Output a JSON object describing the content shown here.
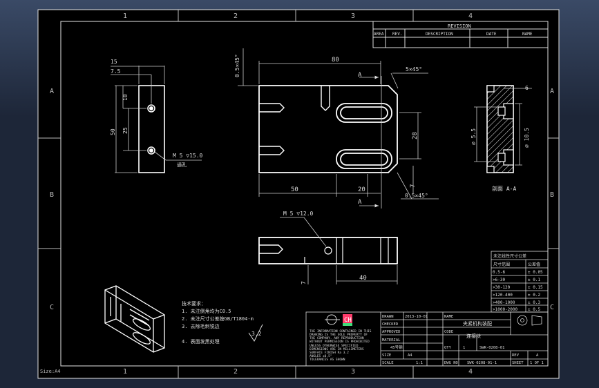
{
  "zones": {
    "top": [
      "1",
      "2",
      "3",
      "4"
    ],
    "bottom": [
      "1",
      "2",
      "3",
      "4"
    ],
    "left": [
      "A",
      "B",
      "C"
    ],
    "right": [
      "A",
      "B",
      "C"
    ]
  },
  "revision": {
    "title": "REVISION",
    "headers": [
      "AREA",
      "REV.",
      "DESCRIPTION",
      "DATE",
      "NAME"
    ]
  },
  "dims": {
    "side_15": "15",
    "side_7_5": "7.5",
    "side_10": "10",
    "side_25": "25",
    "side_50": "50",
    "side_hole": "M 5 ▽15.0",
    "side_note": "通孔",
    "front_chamfer_top": "0.5×45°",
    "front_80": "80",
    "front_chamfer_right": "5×45°",
    "front_28": "28",
    "front_7": "7",
    "front_50": "50",
    "front_20": "20",
    "front_chamfer_bottom": "0.5×45°",
    "section_mark_top": "A",
    "section_mark_bottom": "A",
    "right_6": "6",
    "right_d5_5": "⌀ 5.5",
    "right_d10_5": "⌀ 10.5",
    "section_label": "剖面 A-A",
    "bottom_hole": "M 5 ▽12.0",
    "bottom_7": "7",
    "bottom_40": "40",
    "roughness": "3.2"
  },
  "tolerance": {
    "title": "未注线性尺寸公差",
    "headers": [
      "尺寸范围",
      "公差值"
    ],
    "rows": [
      [
        "0.5-6",
        "± 0.05"
      ],
      [
        ">6-30",
        "± 0.1"
      ],
      [
        ">30-120",
        "± 0.15"
      ],
      [
        ">120-400",
        "± 0.2"
      ],
      [
        ">400-1000",
        "± 0.3"
      ],
      [
        ">1000-2000",
        "± 0.5"
      ]
    ]
  },
  "notes": [
    "技术要求：",
    "1. 未注倒角均为C0.5",
    "2. 未注尺寸公差按GB/T1804-m",
    "3. 去除毛刺锐边",
    "",
    "4. 表面发黑处理"
  ],
  "titleblock": {
    "rows_left": [
      "DRAWN",
      "CHECKED",
      "APPROVED",
      "MATERIAL",
      "SIZE",
      "SCALE"
    ],
    "drawn_date": "2013-10-01",
    "material_value": "45号钢",
    "size_value": "A4",
    "scale_value": "1:1",
    "name_label": "NAME",
    "part_name": "连接块",
    "code_label": "CODE",
    "part_code": "SWK-0208-01",
    "drawing_title": "夹紧机构装配",
    "qty_label": "QTY",
    "qty_value": "1",
    "rev_label": "REV",
    "rev_value": "A",
    "sheet_label": "SHEET",
    "sheet_value": "1 OF 1",
    "dwg_label": "DWG NO",
    "dwg_value": "SWK-0208-01-1",
    "company_lines": [
      "THE INFORMATION CONTAINED IN THIS",
      "DRAWING IS THE SOLE PROPERTY OF",
      "THE COMPANY. ANY REPRODUCTION",
      "WITHOUT PERMISSION IS PROHIBITED",
      "UNLESS OTHERWISE SPECIFIED",
      "DIMENSIONS ARE IN MILLIMETERS",
      "SURFACE FINISH Ra 3.2",
      "ANGLES ±0.5°",
      "TOLERANCES AS SHOWN"
    ],
    "logo_text": "CH"
  },
  "corner_label": "Size:A4",
  "colors": {
    "line": "#ffffff",
    "frame": "#e6e6e6",
    "dim": "#cfcfcf",
    "logo_red": "#ff3b6b",
    "logo_green": "#3fdc7a",
    "bg": "#000000"
  }
}
